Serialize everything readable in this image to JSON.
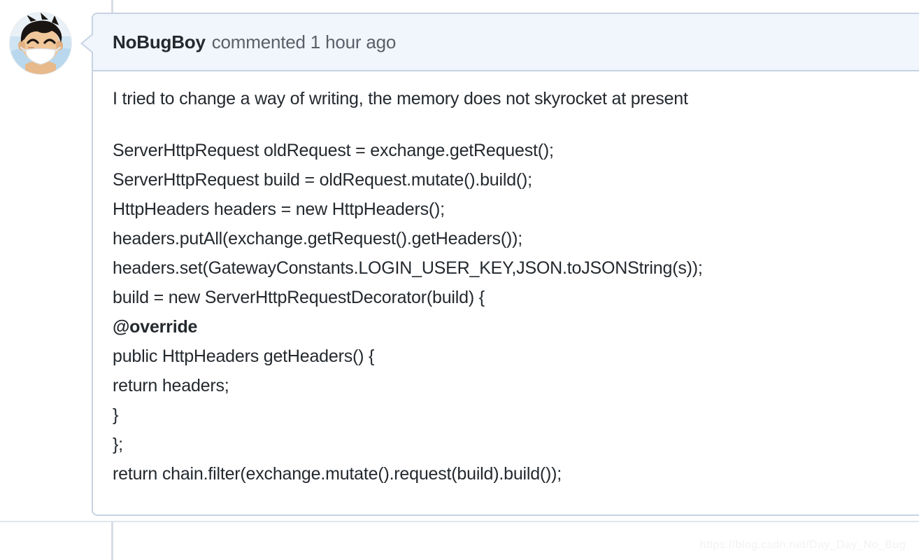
{
  "thread": {
    "rail_color": "#d8dde5",
    "divider_color": "#dfe4ec"
  },
  "avatar": {
    "icon": "anime-avatar-luffy-mask",
    "alt": "NoBugBoy avatar",
    "background_color": "#cfe4f2",
    "skin_color": "#e8b98a",
    "hair_color": "#1a1512",
    "mask_color": "#ffffff"
  },
  "comment": {
    "header": {
      "author": "NoBugBoy",
      "meta": "commented 1 hour ago",
      "background_color": "#f1f5fc",
      "border_color": "#c7d3e3",
      "author_color": "#24292e",
      "meta_color": "#586069"
    },
    "body": {
      "intro": "I tried to change a way of writing, the memory does not skyrocket at present",
      "code_lines": [
        {
          "text": "ServerHttpRequest oldRequest = exchange.getRequest();",
          "bold": false
        },
        {
          "text": "ServerHttpRequest build = oldRequest.mutate().build();",
          "bold": false
        },
        {
          "text": "HttpHeaders headers = new HttpHeaders();",
          "bold": false
        },
        {
          "text": "headers.putAll(exchange.getRequest().getHeaders());",
          "bold": false
        },
        {
          "text": "headers.set(GatewayConstants.LOGIN_USER_KEY,JSON.toJSONString(s));",
          "bold": false
        },
        {
          "text": "build = new ServerHttpRequestDecorator(build) {",
          "bold": false
        },
        {
          "text": "@override",
          "bold": true
        },
        {
          "text": "public HttpHeaders getHeaders() {",
          "bold": false
        },
        {
          "text": "return headers;",
          "bold": false
        },
        {
          "text": "}",
          "bold": false
        },
        {
          "text": "};",
          "bold": false
        },
        {
          "text": "return chain.filter(exchange.mutate().request(build).build());",
          "bold": false
        }
      ],
      "text_color": "#24292e"
    }
  },
  "watermark": {
    "text": "https://blog.csdn.net/Day_Day_No_Bug",
    "color": "#f2f2f2"
  }
}
